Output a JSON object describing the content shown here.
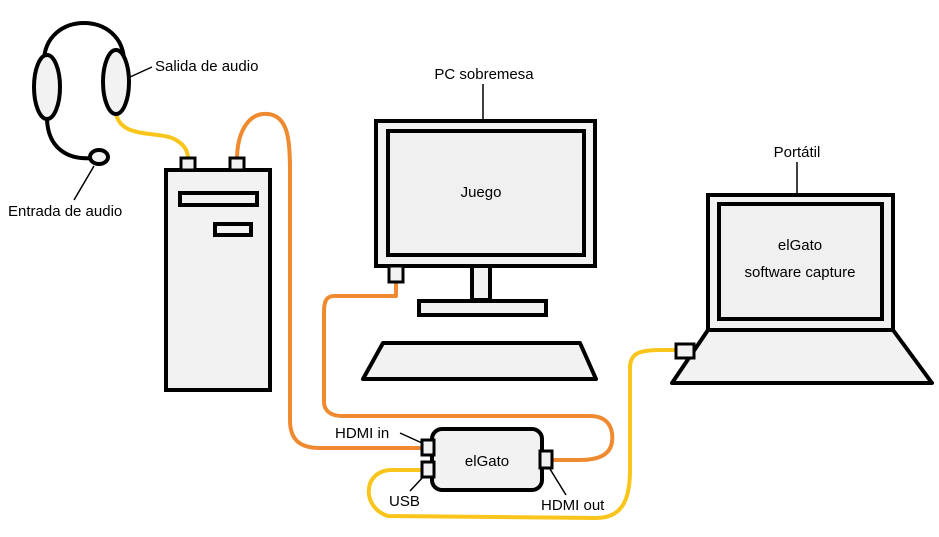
{
  "labels": {
    "audio_out": "Salida de audio",
    "audio_in": "Entrada de audio",
    "desktop": "PC sobremesa",
    "game": "Juego",
    "laptop": "Portátil",
    "capture_line1": "elGato",
    "capture_line2": "software capture",
    "device": "elGato",
    "hdmi_in": "HDMI in",
    "hdmi_out": "HDMI out",
    "usb": "USB"
  },
  "colors": {
    "outline": "#000000",
    "fill": "#f2f2f2",
    "screen": "#f0f0f0",
    "cable_hdmi": "#f08a30",
    "cable_audio_usb": "#f9c51a"
  },
  "icons": {
    "headset": "headset-icon",
    "tower": "pc-tower-icon",
    "monitor": "monitor-icon",
    "keyboard": "keyboard-icon",
    "laptop": "laptop-icon",
    "capture_box": "capture-device-icon"
  }
}
